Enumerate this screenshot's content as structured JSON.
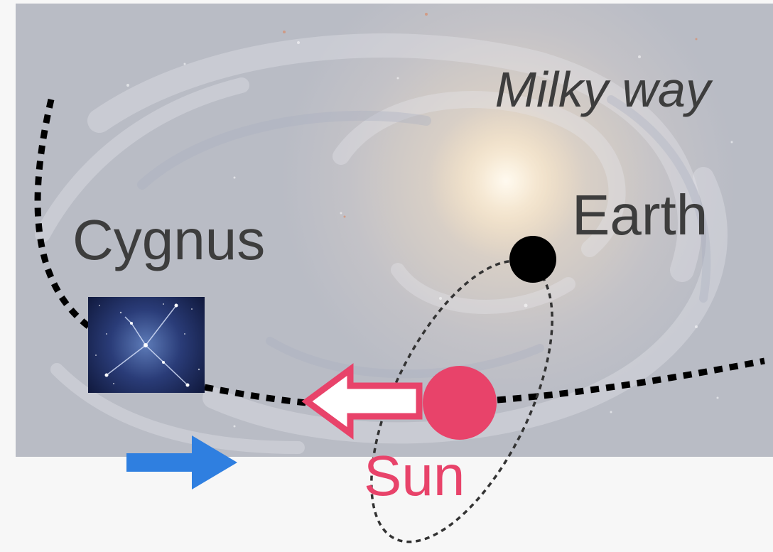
{
  "labels": {
    "milky_way": "Milky way",
    "earth": "Earth",
    "cygnus": "Cygnus",
    "sun": "Sun"
  },
  "colors": {
    "background": "#f7f7f7",
    "sun": "#e8436a",
    "earth": "#000000",
    "label_text": "#3d3d3d",
    "sun_label": "#e8436a",
    "motion_arrow": "#2f7fe0",
    "galaxy_core": "#f3e6cf",
    "constellation_bg": "#1c2a5a"
  },
  "icons": {
    "galaxy_background": "spiral-galaxy-photo",
    "constellation": "cygnus-constellation-icon",
    "motion_arrow": "blue-right-arrow-icon",
    "sun_direction_arrow": "pink-left-arrow-icon"
  }
}
